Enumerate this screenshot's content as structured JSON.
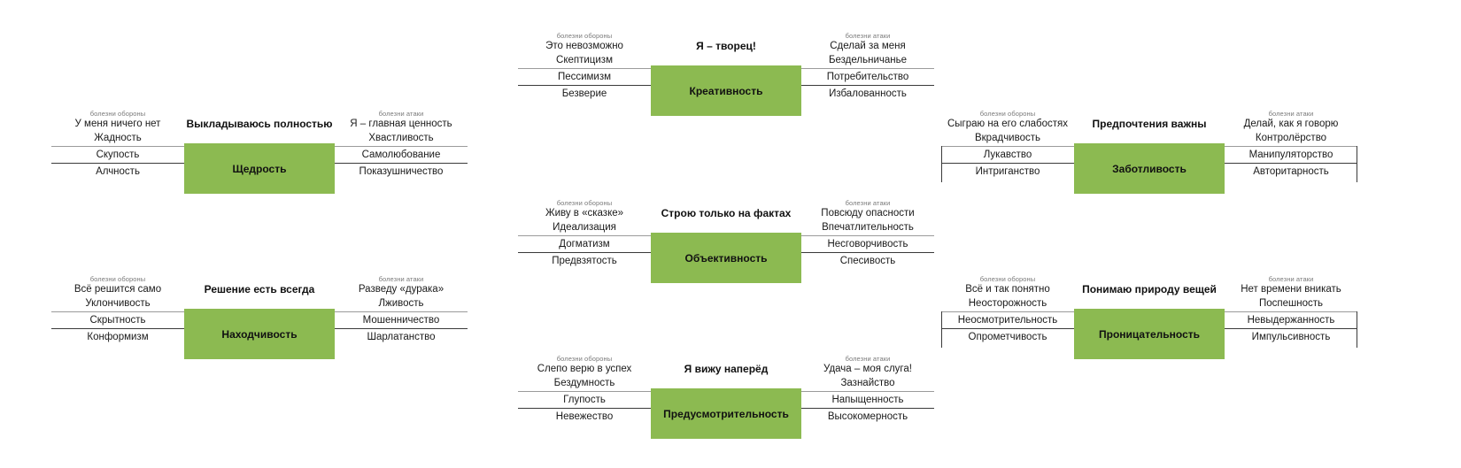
{
  "theme": {
    "core_fill": "#8CBA51",
    "rule_color": "#3a3a3a",
    "caption_color": "#7a7a7a",
    "text_color": "#1a1a1a",
    "background": "#ffffff"
  },
  "labels": {
    "defense_caption": "болезни обороны",
    "attack_caption": "болезни атаки"
  },
  "blocks": [
    {
      "id": "creativity",
      "core": "Креативность",
      "slogan": "Я – творец!",
      "defense": {
        "caption": "болезни обороны",
        "motto": "Это невозможно",
        "words": [
          "Скептицизм",
          "Пессимизм",
          "Безверие"
        ]
      },
      "attack": {
        "caption": "болезни атаки",
        "motto": "Сделай за меня",
        "words": [
          "Бездельничанье",
          "Потребительство",
          "Избалованность"
        ]
      }
    },
    {
      "id": "generosity",
      "core": "Щедрость",
      "slogan": "Выкладываюсь полностью",
      "defense": {
        "caption": "болезни обороны",
        "motto": "У меня ничего нет",
        "words": [
          "Жадность",
          "Скупость",
          "Алчность"
        ]
      },
      "attack": {
        "caption": "болезни атаки",
        "motto": "Я – главная ценность",
        "words": [
          "Хвастливость",
          "Самолюбование",
          "Показушничество"
        ]
      }
    },
    {
      "id": "caring",
      "core": "Заботливость",
      "slogan": "Предпочтения важны",
      "defense": {
        "caption": "болезни обороны",
        "motto": "Сыграю на его слабостях",
        "words": [
          "Вкрадчивость",
          "Лукавство",
          "Интриганство"
        ]
      },
      "attack": {
        "caption": "болезни атаки",
        "motto": "Делай, как я говорю",
        "words": [
          "Контролёрство",
          "Манипуляторство",
          "Авторитарность"
        ]
      }
    },
    {
      "id": "objectivity",
      "core": "Объективность",
      "slogan": "Строю только на фактах",
      "defense": {
        "caption": "болезни обороны",
        "motto": "Живу в «сказке»",
        "words": [
          "Идеализация",
          "Догматизм",
          "Предвзятость"
        ]
      },
      "attack": {
        "caption": "болезни атаки",
        "motto": "Повсюду опасности",
        "words": [
          "Впечатлительность",
          "Несговорчивость",
          "Спесивость"
        ]
      }
    },
    {
      "id": "resourcefulness",
      "core": "Находчивость",
      "slogan": "Решение есть всегда",
      "defense": {
        "caption": "болезни обороны",
        "motto": "Всё решится само",
        "words": [
          "Уклончивость",
          "Скрытность",
          "Конформизм"
        ]
      },
      "attack": {
        "caption": "болезни атаки",
        "motto": "Разведу «дурака»",
        "words": [
          "Лживость",
          "Мошенничество",
          "Шарлатанство"
        ]
      }
    },
    {
      "id": "insight",
      "core": "Проницательность",
      "slogan": "Понимаю природу вещей",
      "defense": {
        "caption": "болезни обороны",
        "motto": "Всё и так понятно",
        "words": [
          "Неосторожность",
          "Неосмотрительность",
          "Опрометчивость"
        ]
      },
      "attack": {
        "caption": "болезни атаки",
        "motto": "Нет времени вникать",
        "words": [
          "Поспешность",
          "Невыдержанность",
          "Импульсивность"
        ]
      }
    },
    {
      "id": "foresight",
      "core": "Предусмотрительность",
      "slogan": "Я вижу наперёд",
      "defense": {
        "caption": "болезни обороны",
        "motto": "Слепо верю в успех",
        "words": [
          "Бездумность",
          "Глупость",
          "Невежество"
        ]
      },
      "attack": {
        "caption": "болезни атаки",
        "motto": "Удача – моя слуга!",
        "words": [
          "Зазнайство",
          "Напыщенность",
          "Высокомерность"
        ]
      }
    }
  ]
}
